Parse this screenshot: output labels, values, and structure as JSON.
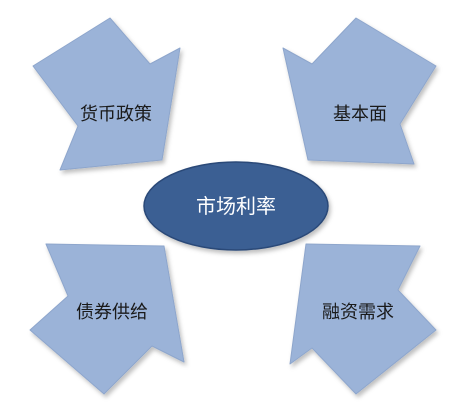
{
  "diagram": {
    "center": {
      "label": "市场利率"
    },
    "factors": [
      {
        "id": "top-left",
        "label": "货币政策"
      },
      {
        "id": "top-right",
        "label": "基本面"
      },
      {
        "id": "bottom-left",
        "label": "债券供给"
      },
      {
        "id": "bottom-right",
        "label": "融资需求"
      }
    ],
    "colors": {
      "arrow_fill": "#9bb3d8",
      "arrow_stroke": "#8ea6cc",
      "ellipse_fill": "#3a5e93",
      "ellipse_stroke": "#2c4a78",
      "label_text": "#1a1a1a",
      "center_text": "#ffffff"
    }
  }
}
